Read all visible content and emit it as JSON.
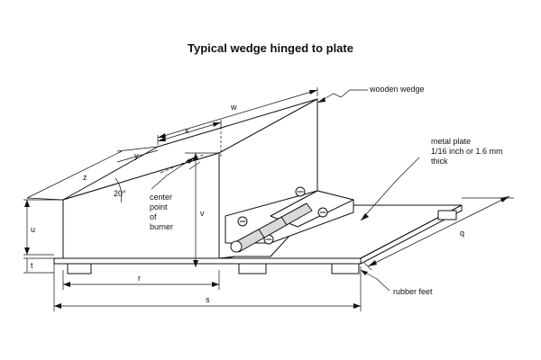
{
  "title": "Typical wedge hinged to plate",
  "labels": {
    "wooden_wedge": "wooden wedge",
    "metal_plate_1": "metal plate",
    "metal_plate_2": "1/16 inch or 1.6 mm",
    "metal_plate_3": "thick",
    "center_1": "center",
    "center_2": "point",
    "center_3": "of",
    "center_4": "burner",
    "rubber_feet": "rubber feet",
    "angle": "20°"
  },
  "dimensions": {
    "w": "w",
    "x": "x",
    "y": "y",
    "z": "z",
    "v": "v",
    "u": "u",
    "t": "t",
    "r": "r",
    "s": "s",
    "q": "q"
  }
}
